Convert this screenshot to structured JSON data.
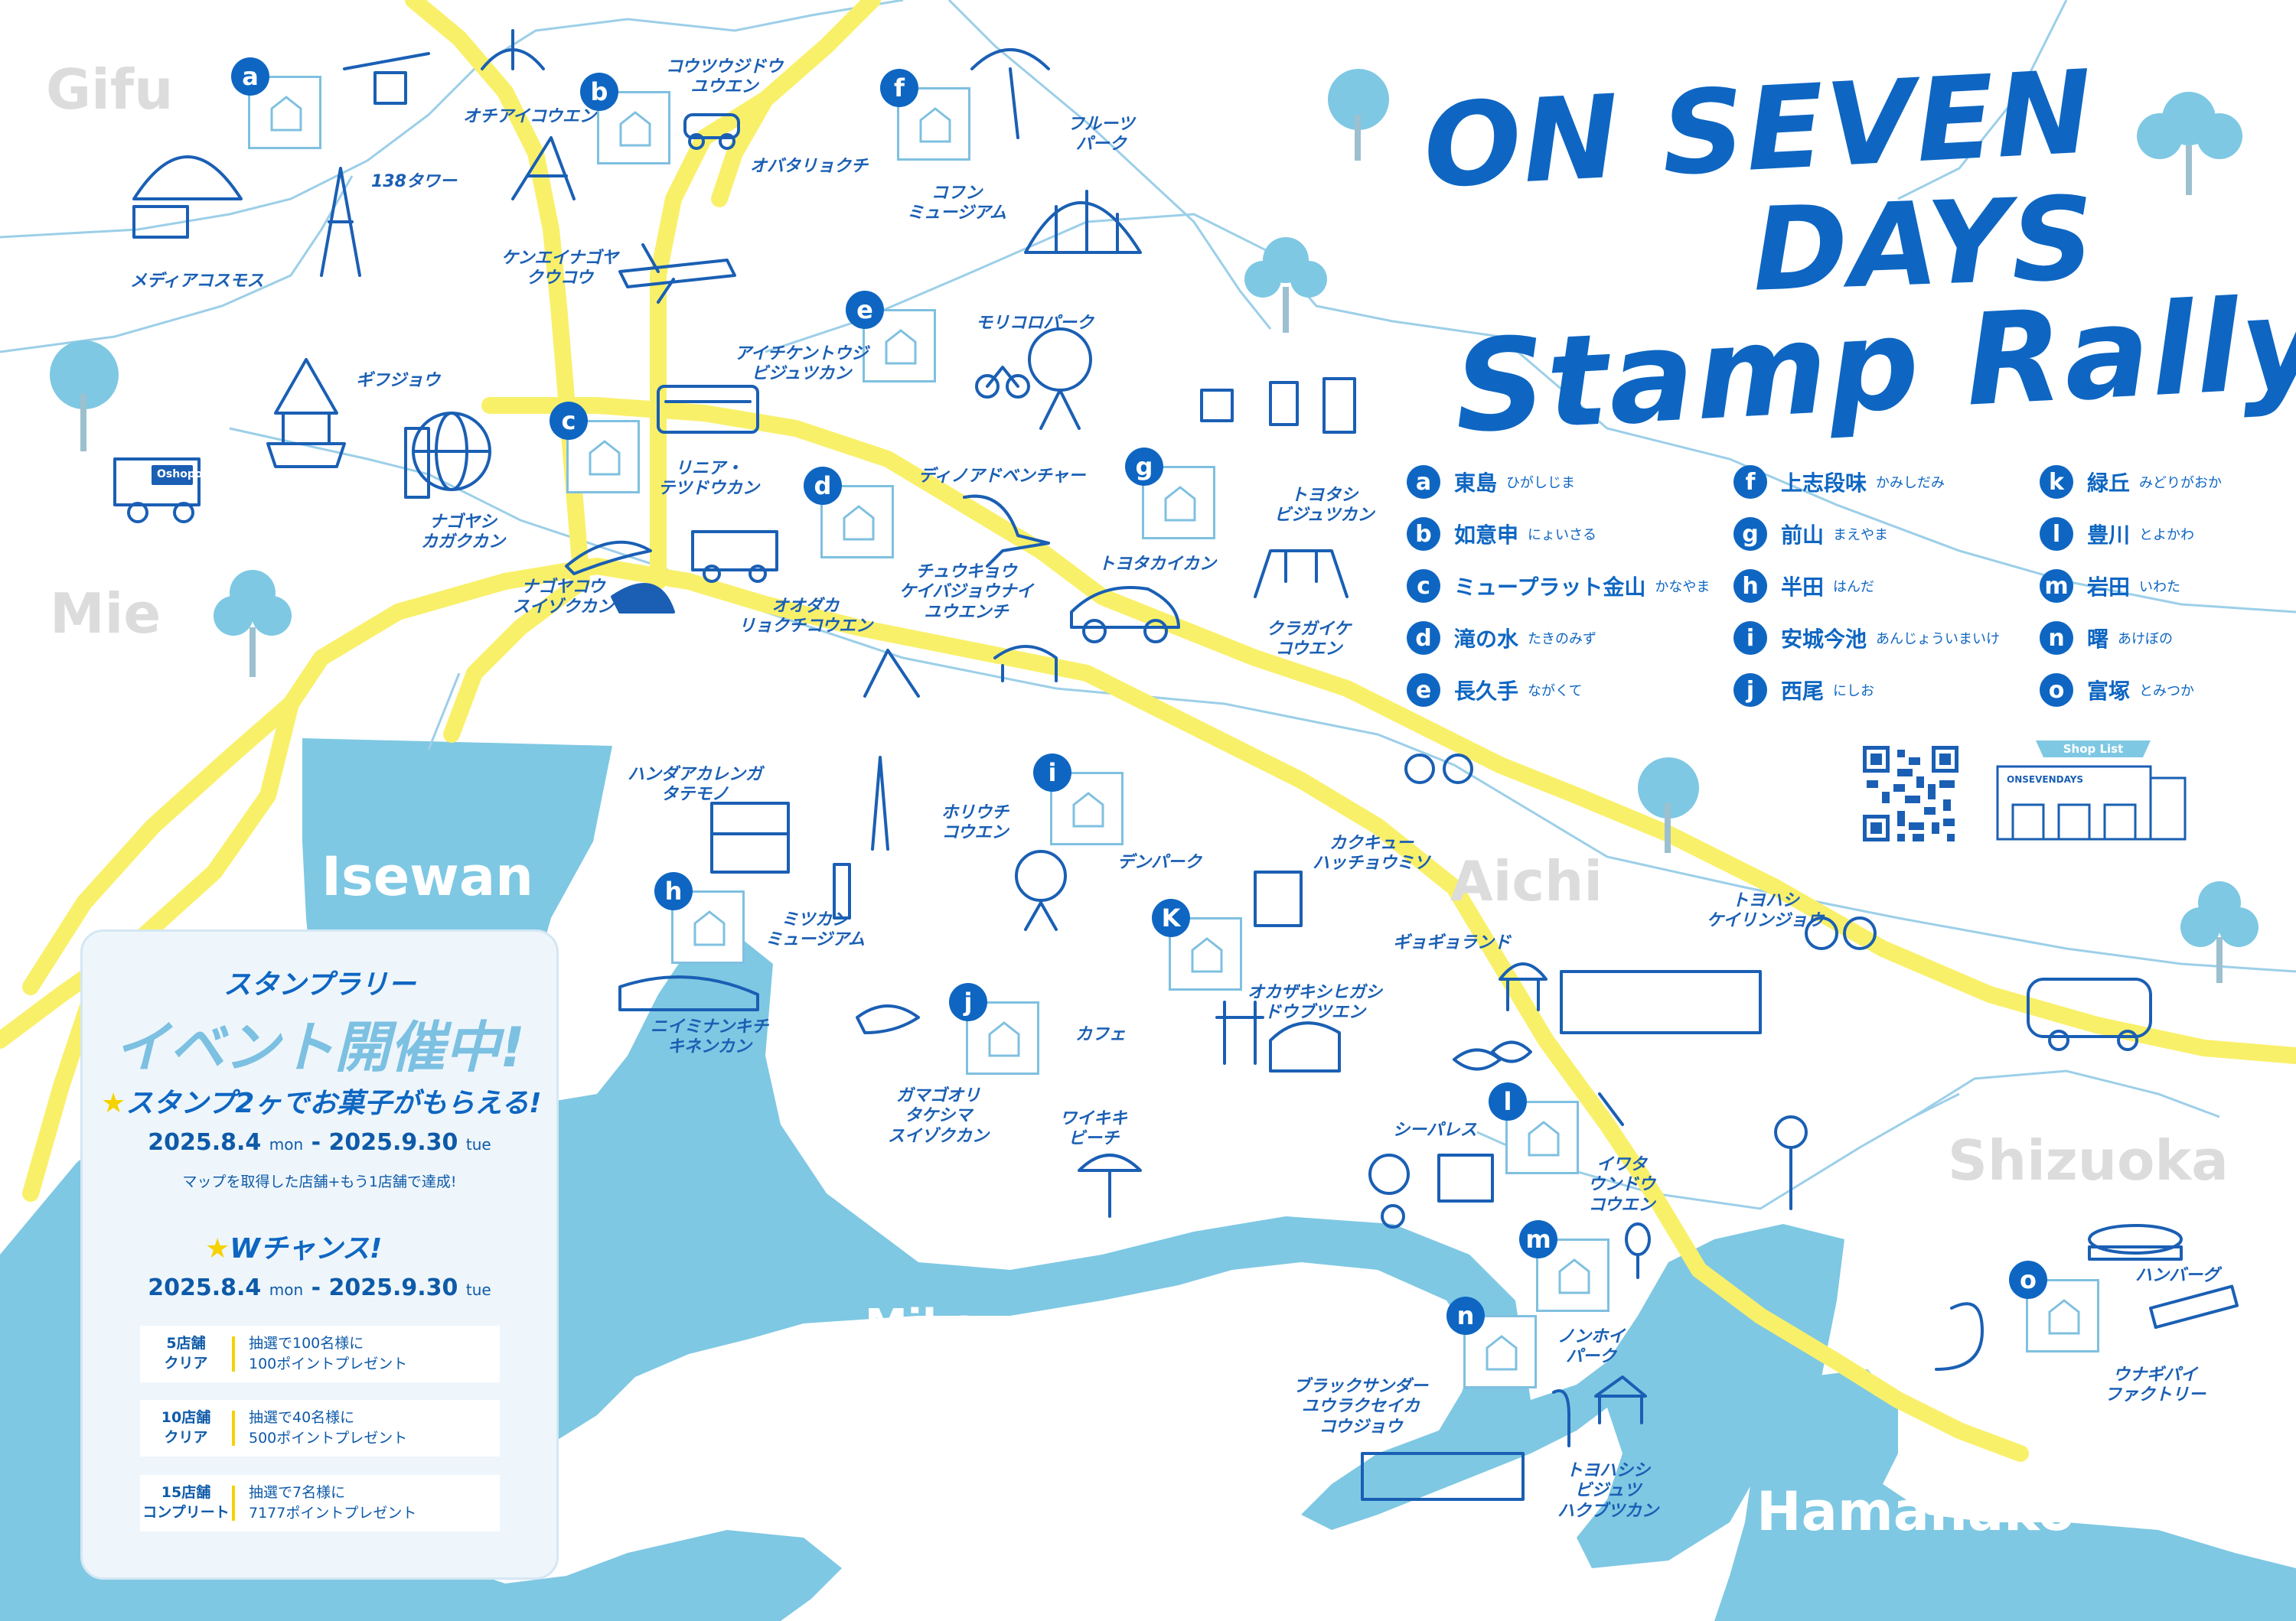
{
  "title": {
    "line1": "ON SEVEN",
    "line2": "DAYS",
    "line3": "Stamp Rally"
  },
  "stores": [
    {
      "letter": "a",
      "name": "東島",
      "reading": "ひがしじま"
    },
    {
      "letter": "b",
      "name": "如意申",
      "reading": "にょいさる"
    },
    {
      "letter": "c",
      "name": "ミュープラット金山",
      "reading": "かなやま"
    },
    {
      "letter": "d",
      "name": "滝の水",
      "reading": "たきのみず"
    },
    {
      "letter": "e",
      "name": "長久手",
      "reading": "ながくて"
    },
    {
      "letter": "f",
      "name": "上志段味",
      "reading": "かみしだみ"
    },
    {
      "letter": "g",
      "name": "前山",
      "reading": "まえやま"
    },
    {
      "letter": "h",
      "name": "半田",
      "reading": "はんだ"
    },
    {
      "letter": "i",
      "name": "安城今池",
      "reading": "あんじょういまいけ"
    },
    {
      "letter": "j",
      "name": "西尾",
      "reading": "にしお"
    },
    {
      "letter": "k",
      "name": "緑丘",
      "reading": "みどりがおか"
    },
    {
      "letter": "l",
      "name": "豊川",
      "reading": "とよかわ"
    },
    {
      "letter": "m",
      "name": "岩田",
      "reading": "いわた"
    },
    {
      "letter": "n",
      "name": "曙",
      "reading": "あけぼの"
    },
    {
      "letter": "o",
      "name": "富塚",
      "reading": "とみつか"
    }
  ],
  "map_badges": [
    "a",
    "b",
    "c",
    "d",
    "e",
    "f",
    "g",
    "h",
    "i",
    "j",
    "K",
    "l",
    "m",
    "n",
    "o"
  ],
  "regions": {
    "gifu": "Gifu",
    "mie": "Mie",
    "aichi": "Aichi",
    "shizuoka": "Shizuoka",
    "isewan": "Isewan",
    "mikawawan": "Mikawawan",
    "hamanako": "Hamanako"
  },
  "landmarks": {
    "media_cosmos": "メディアコスモス",
    "tower_138": "138タワー",
    "gifujo": "ギフジョウ",
    "ochiai_koen": "オチアイコウエン",
    "kenei_nagoya_kuko": "ケンエイナゴヤ\nクウコウ",
    "kotsu_kodomo_koen": "コウツウジドウ\nユウエン",
    "obata_ryokuchi": "オバタリョクチ",
    "fruits_park": "フルーツ\nパーク",
    "kofun_museum": "コフン\nミュージアム",
    "morikoro_park": "モリコロパーク",
    "aichi_kento": "アイチケントウジ\nビジュツカン",
    "nagoya_kagakukan": "ナゴヤシ\nカガクカン",
    "linear_museum": "リニア・\nテツドウカン",
    "nagoya_suizokukan": "ナゴヤコウ\nスイゾクカン",
    "odaka_ryokuchi": "オオダカ\nリョクチコウエン",
    "dino_adventure": "ディノアドベンチャー",
    "chukyo_keiba": "チュウキョウ\nケイバジョウナイ\nユウエンチ",
    "toyota_bijutsukan": "トヨタシ\nビジュツカン",
    "toyota_kaikan": "トヨタカイカン",
    "kuragaike_koen": "クラガイケ\nコウエン",
    "handa_akarenga": "ハンダアカレンガ\nタテモノ",
    "hori_uchi_koen": "ホリウチ\nコウエン",
    "denpark": "デンパーク",
    "mizkan_museum": "ミツカン\nミュージアム",
    "niimi_nankichi": "ニイミナンキチ\nキネンカン",
    "kakukyu_hatcho": "カクキュー\nハッチョウミソ",
    "gyogyo_land": "ギョギョランド",
    "toyohashi_keirin": "トヨハシ\nケイリンジョウ",
    "okazaki_zoo": "オカザキシヒガシ\nドウブツエン",
    "cafe": "カフェ",
    "gamagori_takeshima": "ガマゴオリ\nタケシマ\nスイゾクカン",
    "waikiki_beach": "ワイキキ\nビーチ",
    "sea_palace": "シーパレス",
    "iwata_undo_koen": "イワタ\nウンドウ\nコウエン",
    "nonhoi_park": "ノンホイ\nパーク",
    "black_thunder": "ブラックサンダー\nユウラクセイカ\nコウジョウ",
    "toyohashi_museum": "トヨハシシ\nビジュツ\nハクブツカン",
    "hamburg": "ハンバーグ",
    "unagipie_factory": "ウナギパイ\nファクトリー"
  },
  "event": {
    "subtitle": "スタンプラリー",
    "headline": "イベント開催中!",
    "line1_star": "★",
    "line1": "スタンプ2ヶでお菓子がもらえる!",
    "date1_from": "2025.8.4",
    "date1_from_dow": "mon",
    "date1_sep": " - ",
    "date1_to": "2025.9.30",
    "date1_to_dow": "tue",
    "note": "マップを取得した店舗+もう1店舗で達成!",
    "line2_star": "★",
    "line2": "Wチャンス!",
    "date2_from": "2025.8.4",
    "date2_from_dow": "mon",
    "date2_sep": " - ",
    "date2_to": "2025.9.30",
    "date2_to_dow": "tue",
    "prizes": [
      {
        "label1": "5店舗",
        "label2": "クリア",
        "desc1": "抽選で100名様に",
        "desc2": "100ポイントプレゼント"
      },
      {
        "label1": "10店舗",
        "label2": "クリア",
        "desc1": "抽選で40名様に",
        "desc2": "500ポイントプレゼント"
      },
      {
        "label1": "15店舗",
        "label2": "コンプリート",
        "desc1": "抽選で7名様に",
        "desc2": "7177ポイントプレゼント"
      }
    ]
  },
  "shop_list_label": "Shop List",
  "truck_label": "Oshopo",
  "store_sign": "ONSEVENDAYS",
  "colors": {
    "blue": "#0e66c2",
    "light_blue": "#7ec8e3",
    "water": "#7ec8e3",
    "road": "#f9f06a",
    "route_line": "#9ccfe8"
  }
}
